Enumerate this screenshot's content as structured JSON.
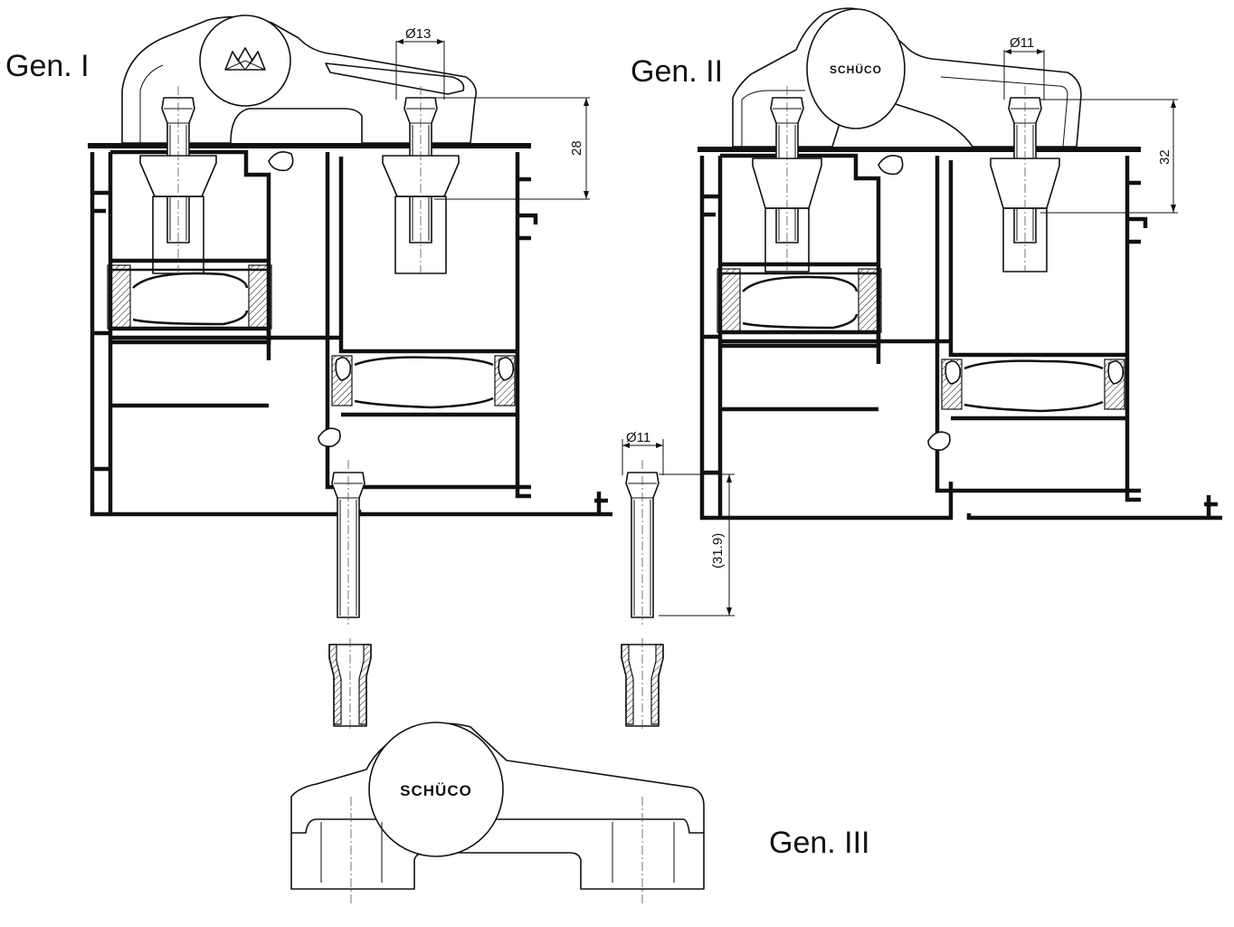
{
  "labels": {
    "gen1": "Gen. I",
    "gen2": "Gen. II",
    "gen3": "Gen. III"
  },
  "dimensions": {
    "gen1_diameter": "Ø13",
    "gen1_height": "28",
    "gen2_diameter": "Ø11",
    "gen2_height": "32",
    "gen3_diameter": "Ø11",
    "gen3_height": "(31.9)"
  },
  "logos": {
    "gen2_logo": "SCHÜCO",
    "gen3_logo": "SCHÜCO"
  },
  "icons": {
    "gen1_logo": "stylized-crown-logo-icon"
  },
  "colors": {
    "line": "#111111",
    "background": "#ffffff"
  }
}
